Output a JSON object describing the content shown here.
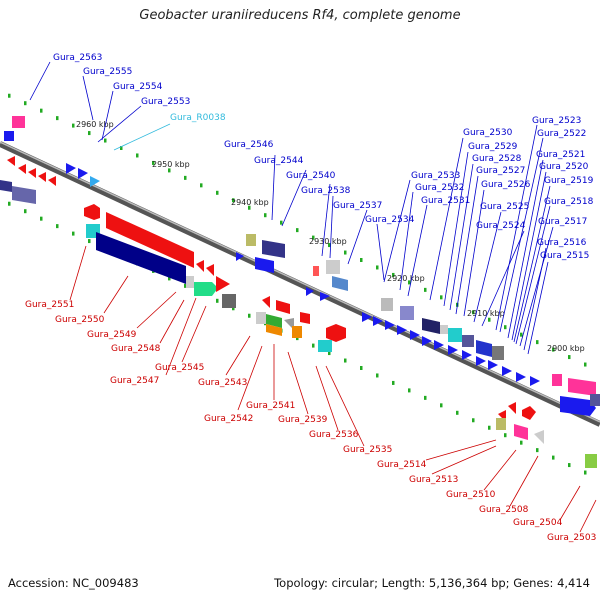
{
  "title": "Geobacter uraniireducens Rf4, complete genome",
  "footer": {
    "accession": "Accession: NC_009483",
    "topology": "Topology: circular; Length: 5,136,364 bp; Genes: 4,414"
  },
  "scale_ticks": [
    "2960 kbp",
    "2950 kbp",
    "2940 kbp",
    "2930 kbp",
    "2920 kbp",
    "2910 kbp",
    "2900 kbp"
  ],
  "top_labels": [
    {
      "text": "Gura_2563",
      "color": "#0000cc"
    },
    {
      "text": "Gura_2555",
      "color": "#0000cc"
    },
    {
      "text": "Gura_2554",
      "color": "#0000cc"
    },
    {
      "text": "Gura_2553",
      "color": "#0000cc"
    },
    {
      "text": "Gura_R0038",
      "color": "#33bbdd"
    },
    {
      "text": "Gura_2546",
      "color": "#0000cc"
    },
    {
      "text": "Gura_2544",
      "color": "#0000cc"
    },
    {
      "text": "Gura_2540",
      "color": "#0000cc"
    },
    {
      "text": "Gura_2538",
      "color": "#0000cc"
    },
    {
      "text": "Gura_2537",
      "color": "#0000cc"
    },
    {
      "text": "Gura_2534",
      "color": "#0000cc"
    },
    {
      "text": "Gura_2533",
      "color": "#0000cc"
    },
    {
      "text": "Gura_2532",
      "color": "#0000cc"
    },
    {
      "text": "Gura_2531",
      "color": "#0000cc"
    },
    {
      "text": "Gura_2530",
      "color": "#0000cc"
    },
    {
      "text": "Gura_2529",
      "color": "#0000cc"
    },
    {
      "text": "Gura_2528",
      "color": "#0000cc"
    },
    {
      "text": "Gura_2527",
      "color": "#0000cc"
    },
    {
      "text": "Gura_2526",
      "color": "#0000cc"
    },
    {
      "text": "Gura_2525",
      "color": "#0000cc"
    },
    {
      "text": "Gura_2524",
      "color": "#0000cc"
    },
    {
      "text": "Gura_2523",
      "color": "#0000cc"
    },
    {
      "text": "Gura_2522",
      "color": "#0000cc"
    },
    {
      "text": "Gura_2521",
      "color": "#0000cc"
    },
    {
      "text": "Gura_2520",
      "color": "#0000cc"
    },
    {
      "text": "Gura_2519",
      "color": "#0000cc"
    },
    {
      "text": "Gura_2518",
      "color": "#0000cc"
    },
    {
      "text": "Gura_2517",
      "color": "#0000cc"
    },
    {
      "text": "Gura_2516",
      "color": "#0000cc"
    },
    {
      "text": "Gura_2515",
      "color": "#0000cc"
    }
  ],
  "bottom_labels": [
    {
      "text": "Gura_2551",
      "color": "#cc0000"
    },
    {
      "text": "Gura_2550",
      "color": "#cc0000"
    },
    {
      "text": "Gura_2549",
      "color": "#cc0000"
    },
    {
      "text": "Gura_2548",
      "color": "#cc0000"
    },
    {
      "text": "Gura_2545",
      "color": "#cc0000"
    },
    {
      "text": "Gura_2547",
      "color": "#cc0000"
    },
    {
      "text": "Gura_2543",
      "color": "#cc0000"
    },
    {
      "text": "Gura_2541",
      "color": "#cc0000"
    },
    {
      "text": "Gura_2542",
      "color": "#cc0000"
    },
    {
      "text": "Gura_2539",
      "color": "#cc0000"
    },
    {
      "text": "Gura_2536",
      "color": "#cc0000"
    },
    {
      "text": "Gura_2535",
      "color": "#cc0000"
    },
    {
      "text": "Gura_2514",
      "color": "#cc0000"
    },
    {
      "text": "Gura_2513",
      "color": "#cc0000"
    },
    {
      "text": "Gura_2510",
      "color": "#cc0000"
    },
    {
      "text": "Gura_2508",
      "color": "#cc0000"
    },
    {
      "text": "Gura_2504",
      "color": "#cc0000"
    },
    {
      "text": "Gura_2503",
      "color": "#cc0000"
    }
  ]
}
